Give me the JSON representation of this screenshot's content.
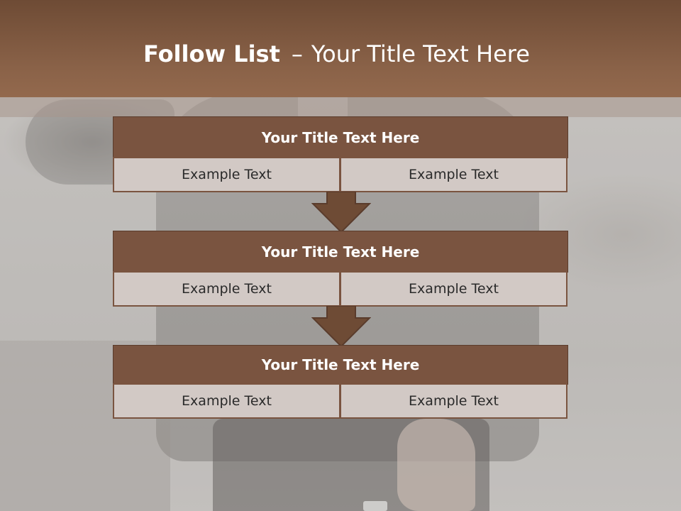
{
  "slide": {
    "title_bold": "Follow List",
    "title_dash": "–",
    "title_rest": "Your Title Text Here"
  },
  "steps": [
    {
      "title": "Your Title Text Here",
      "left": "Example Text",
      "right": "Example Text"
    },
    {
      "title": "Your Title Text Here",
      "left": "Example Text",
      "right": "Example Text"
    },
    {
      "title": "Your Title Text Here",
      "left": "Example Text",
      "right": "Example Text"
    }
  ],
  "colors": {
    "header_brown": "#8a6248",
    "box_brown": "#7a5440",
    "cell_fill": "#d2c9c5",
    "arrow_fill": "#6e4b35"
  }
}
